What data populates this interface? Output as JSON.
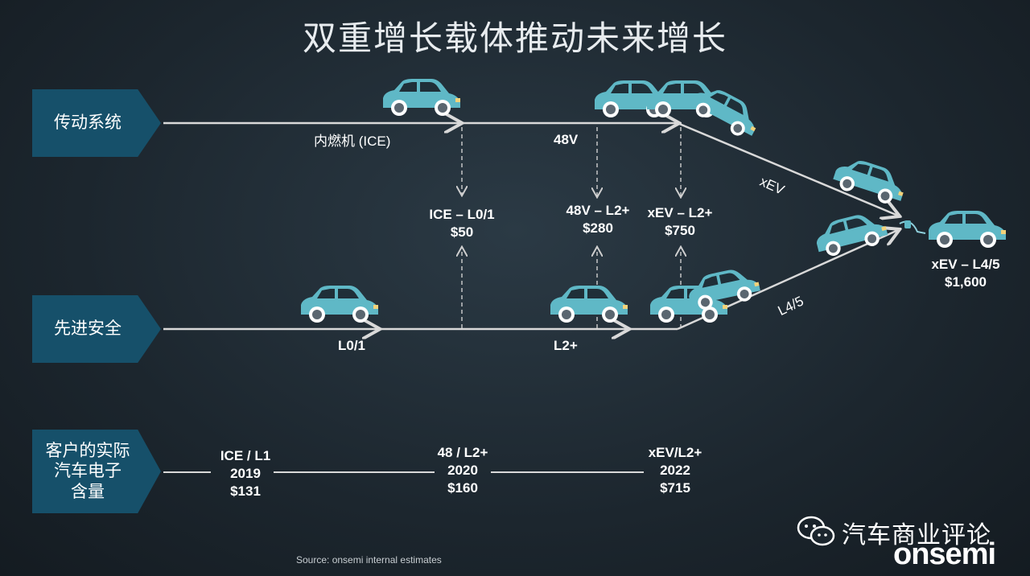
{
  "title": "双重增长载体推动未来增长",
  "rows": {
    "powertrain": "传动系统",
    "safety": "先进安全",
    "content": [
      "客户的实际",
      "汽车电子",
      "含量"
    ]
  },
  "labels": {
    "ice": "内燃机 (ICE)",
    "v48": "48V",
    "xev": "xEV",
    "l01": "L0/1",
    "l2": "L2+",
    "l45": "L4/5"
  },
  "combos": {
    "ice_l01": [
      "ICE – L0/1",
      "$50"
    ],
    "v48_l2": [
      "48V – L2+",
      "$280"
    ],
    "xev_l2": [
      "xEV – L2+",
      "$750"
    ],
    "xev_l45": [
      "xEV – L4/5",
      "$1,600"
    ]
  },
  "timeline": [
    [
      "ICE / L1",
      "2019",
      "$131"
    ],
    [
      "48 / L2+",
      "2020",
      "$160"
    ],
    [
      "xEV/L2+",
      "2022",
      "$715"
    ]
  ],
  "source": "Source: onsemi internal estimates",
  "watermark": "汽车商业评论",
  "brand": "onsemi",
  "colors": {
    "accent": "#16506a",
    "car": "#5fb8c6",
    "line": "#d9d9d9"
  }
}
